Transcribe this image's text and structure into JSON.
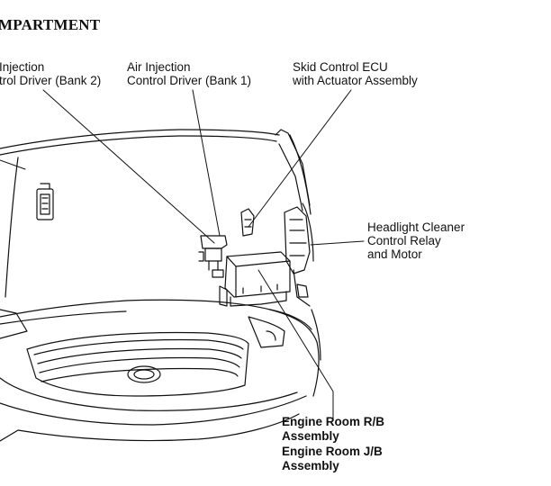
{
  "title": "MPARTMENT",
  "labels": {
    "air_injection_bank2": {
      "line1": "Injection",
      "line2": "trol Driver (Bank 2)"
    },
    "air_injection_bank1": {
      "line1": "Air Injection",
      "line2": "Control Driver (Bank 1)"
    },
    "skid_control_ecu": {
      "line1": "Skid Control ECU",
      "line2": "with Actuator Assembly"
    },
    "headlight_cleaner": {
      "line1": "Headlight Cleaner",
      "line2": "Control Relay",
      "line3": "and Motor"
    },
    "engine_room_rb": {
      "line1": "Engine Room R/B",
      "line2": "Assembly"
    },
    "engine_room_jb": {
      "line1": "Engine Room J/B",
      "line2": "Assembly"
    }
  },
  "colors": {
    "line": "#111111",
    "background": "#ffffff"
  }
}
